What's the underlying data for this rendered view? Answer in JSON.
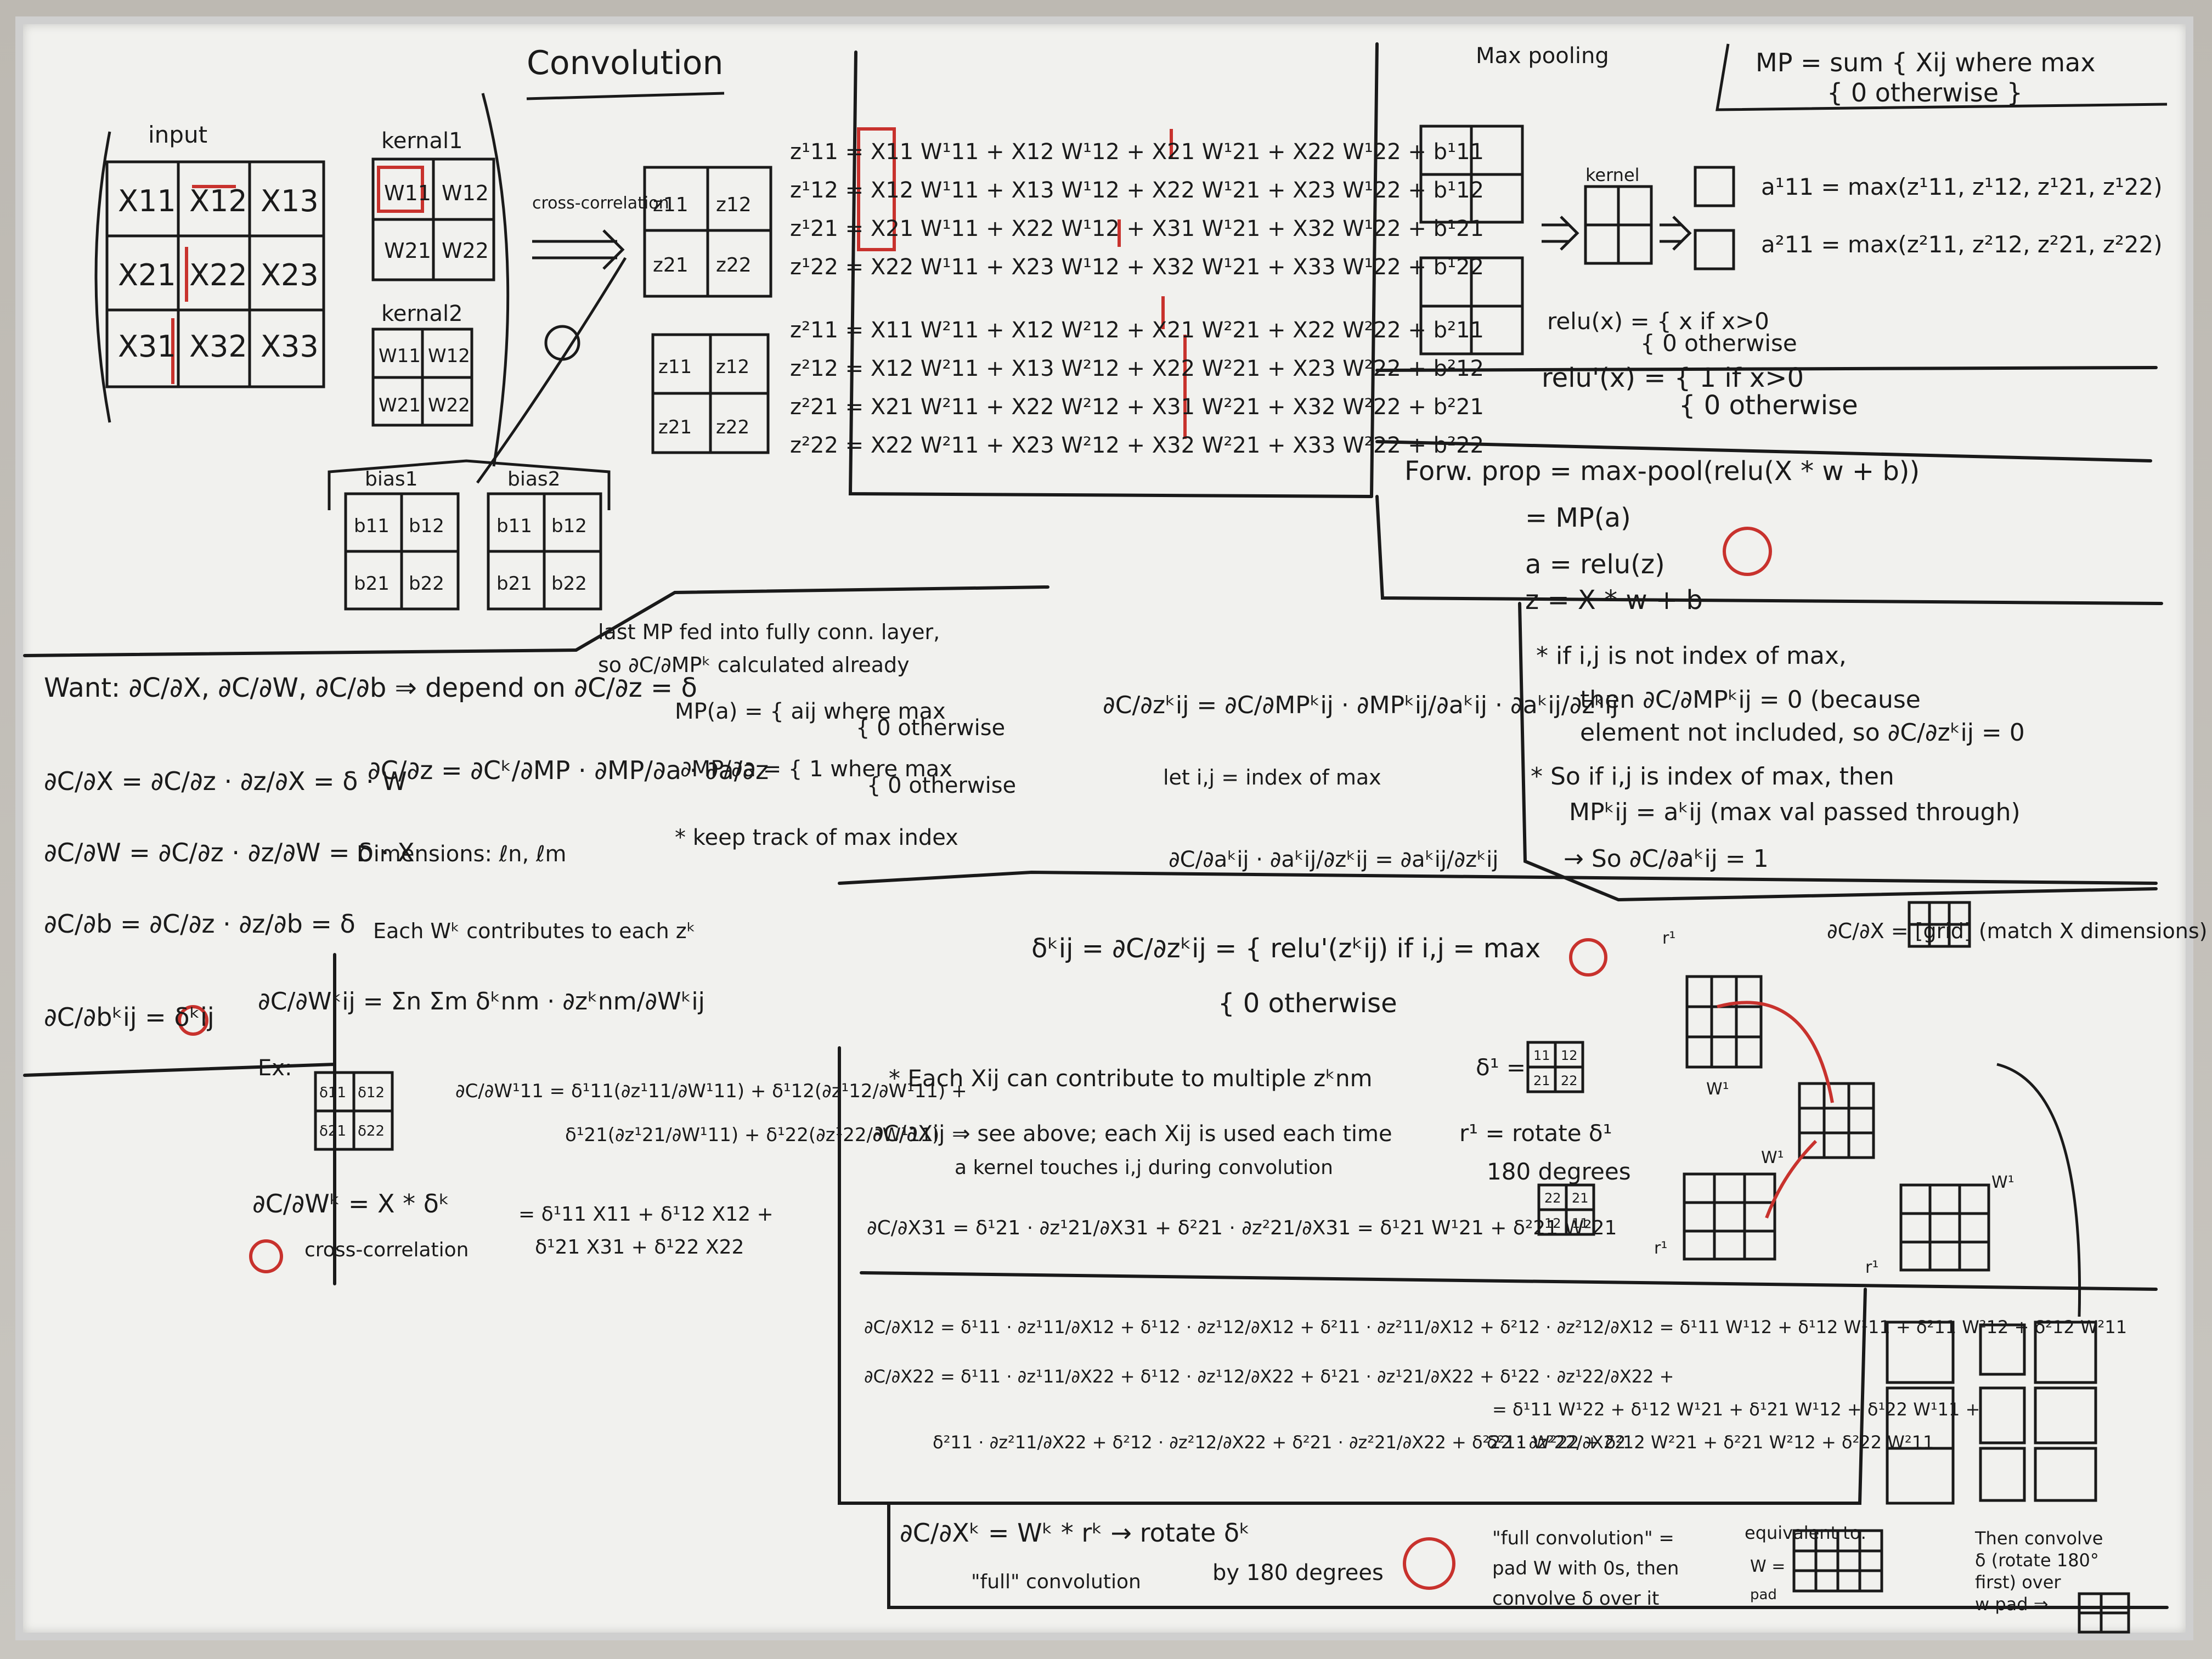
{
  "title": "Convolution",
  "input": {
    "label": "input",
    "cells": [
      [
        "X11",
        "X12",
        "X13"
      ],
      [
        "X21",
        "X22",
        "X23"
      ],
      [
        "X31",
        "X32",
        "X33"
      ]
    ]
  },
  "kernel1": {
    "label": "kernal1",
    "cells": [
      [
        "W11",
        "W12"
      ],
      [
        "W21",
        "W22"
      ]
    ]
  },
  "kernel2": {
    "label": "kernal2",
    "cells": [
      [
        "W11",
        "W12"
      ],
      [
        "W21",
        "W22"
      ]
    ]
  },
  "bias1": {
    "label": "bias1",
    "cells": [
      [
        "b11",
        "b12"
      ],
      [
        "b21",
        "b22"
      ]
    ]
  },
  "bias2": {
    "label": "bias2",
    "cells": [
      [
        "b11",
        "b12"
      ],
      [
        "b21",
        "b22"
      ]
    ]
  },
  "cross_correlation_label": "cross-correlation",
  "z1_cells": [
    [
      "z11",
      "z12"
    ],
    [
      "z21",
      "z22"
    ]
  ],
  "z2_cells": [
    [
      "z11",
      "z12"
    ],
    [
      "z21",
      "z22"
    ]
  ],
  "conv_equations": [
    "z¹11 = X11 W¹11 + X12 W¹12 + X21 W¹21 + X22 W¹22 + b¹11",
    "z¹12 = X12 W¹11 + X13 W¹12 + X22 W¹21 + X23 W¹22 + b¹12",
    "z¹21 = X21 W¹11 + X22 W¹12 + X31 W¹21 + X32 W¹22 + b¹21",
    "z¹22 = X22 W¹11 + X23 W¹12 + X32 W¹21 + X33 W¹22 + b¹22",
    "z²11 = X11 W²11 + X12 W²12 + X21 W²21 + X22 W²22 + b²11",
    "z²12 = X12 W²11 + X13 W²12 + X22 W²21 + X23 W²22 + b²12",
    "z²21 = X21 W²11 + X22 W²12 + X31 W²21 + X32 W²22 + b²21",
    "z²22 = X22 W²11 + X23 W²12 + X32 W²21 + X33 W²22 + b²22"
  ],
  "max_pooling": {
    "title": "Max pooling",
    "mp_def": [
      "MP = sum { Xij  where max",
      "{ 0  otherwise }"
    ],
    "kernel_label": "kernel",
    "a1": "a¹11 = max(z¹11, z¹12, z¹21, z¹22)",
    "a2": "a²11 = max(z²11, z²12, z²21, z²22)",
    "relu": [
      "relu(x) = { x  if x>0",
      "{ 0  otherwise"
    ],
    "relu_prime": [
      "relu'(x) = { 1  if x>0",
      "{ 0  otherwise"
    ]
  },
  "forward_prop": [
    "Forw. prop = max-pool(relu(X * w + b))",
    "= MP(a)",
    "a = relu(z)",
    "z = X * w + b"
  ],
  "want": "Want: ∂C/∂X, ∂C/∂W, ∂C/∂b ⇒ depend on ∂C/∂z = δ",
  "last_mp_note": [
    "last MP fed into fully conn. layer,",
    "so ∂C/∂MPᵏ calculated already"
  ],
  "mp_box": [
    "MP(a) = { aij  where max",
    "{ 0  otherwise",
    "∂MP/∂a = { 1  where max",
    "{ 0  otherwise",
    "* keep track of max index"
  ],
  "dz_chain": "∂C/∂z = ∂Cᵏ/∂MP · ∂MP/∂a · ∂a/∂z",
  "dimensions": "Dimensions: ℓn, ℓm",
  "grad_list": [
    "∂C/∂X = ∂C/∂z · ∂z/∂X = δ · W",
    "∂C/∂W = ∂C/∂z · ∂z/∂W = δ · X",
    "∂C/∂b = ∂C/∂z · ∂z/∂b = δ",
    "∂C/∂bᵏij = δᵏij"
  ],
  "each_w_note": "Each Wᵏ contributes to each zᵏ",
  "dw_sum": "∂C/∂Wᵏij = Σn Σm δᵏnm · ∂zᵏnm/∂Wᵏij",
  "ex_label": "Ex:",
  "ex_cells": [
    [
      "δ11",
      "δ12"
    ],
    [
      "δ21",
      "δ22"
    ]
  ],
  "ex_eq": [
    "∂C/∂W¹11 = δ¹11(∂z¹11/∂W¹11) + δ¹12(∂z¹12/∂W¹11) +",
    "δ¹21(∂z¹21/∂W¹11) + δ¹22(∂z¹22/∂W¹11)"
  ],
  "dw_result": [
    "∂C/∂Wᵏ = X * δᵏ",
    "cross-correlation"
  ],
  "dw_expand": [
    "= δ¹11 X11 + δ¹12 X12 +",
    "δ¹21 X31 + δ¹22 X22"
  ],
  "delta_chain": "∂C/∂zᵏij = ∂C/∂MPᵏij · ∂MPᵏij/∂aᵏij · ∂aᵏij/∂zᵏij",
  "let_ij": "let i,j = index of max",
  "delta_reduced": "∂C/∂aᵏij · ∂aᵏij/∂zᵏij = ∂aᵏij/∂zᵏij",
  "delta_def": [
    "δᵏij = ∂C/∂zᵏij = { relu'(zᵏij)  if i,j = max",
    "{ 0  otherwise"
  ],
  "notes_right": [
    "* if i,j is not index of max,",
    "then ∂C/∂MPᵏij = 0 (because",
    "element not included, so ∂C/∂zᵏij = 0",
    "* So if i,j is index of max, then",
    "MPᵏij = aᵏij (max val passed through)",
    "→ So ∂C/∂aᵏij = 1"
  ],
  "dcdx_match": "∂C/∂X = [grid] (match X dimensions)",
  "each_x_note": "* Each Xij can contribute to multiple zᵏnm",
  "see_above": [
    "∂C/∂Xij ⇒ see above; each Xij is used each time",
    "a kernel touches i,j during convolution"
  ],
  "delta1_label": "δ¹ =",
  "delta1_cells": [
    [
      "11",
      "12"
    ],
    [
      "21",
      "22"
    ]
  ],
  "rotate_note": [
    "r¹ = rotate δ¹",
    "180 degrees"
  ],
  "rotated_cells": [
    [
      "22",
      "21"
    ],
    [
      "12",
      "11"
    ]
  ],
  "dx31": "∂C/∂X31 = δ¹21 · ∂z¹21/∂X31 + δ²21 · ∂z²21/∂X31 = δ¹21 W¹21 + δ²21 W²21",
  "dx12": "∂C/∂X12 = δ¹11 · ∂z¹11/∂X12 + δ¹12 · ∂z¹12/∂X12 + δ²11 · ∂z²11/∂X12 + δ²12 · ∂z²12/∂X12 = δ¹11 W¹12 + δ¹12 W¹11 + δ²11 W²12 + δ²12 W²11",
  "dx22": [
    "∂C/∂X22 = δ¹11 · ∂z¹11/∂X22 + δ¹12 · ∂z¹12/∂X22 + δ¹21 · ∂z¹21/∂X22 + δ¹22 · ∂z¹22/∂X22 +",
    "δ²11 · ∂z²11/∂X22 + δ²12 · ∂z²12/∂X22 + δ²21 · ∂z²21/∂X22 + δ²22 · ∂z²22/∂X22",
    "= δ¹11 W¹22 + δ¹12 W¹21 + δ¹21 W¹12 + δ¹22 W¹11 +",
    "δ²11 W²22 + δ²12 W²21 + δ²21 W²12 + δ²22 W²11"
  ],
  "full_conv": [
    "∂C/∂Xᵏ = Wᵏ * rᵏ → rotate δᵏ",
    "\"full\" convolution",
    "by 180 degrees"
  ],
  "full_conv_note": [
    "\"full convolution\" =",
    "pad W with 0s, then",
    "convolve δ over it"
  ],
  "equiv": [
    "equivalent to:",
    "W =",
    "pad"
  ],
  "then_convolve": [
    "Then convolve",
    "δ (rotate 180°",
    "first) over",
    "w pad ⇒"
  ],
  "small_labels": {
    "r1": "r¹",
    "w1": "W¹"
  },
  "ink_colors": {
    "black": "#1a1a1a",
    "red": "#c8322d"
  }
}
